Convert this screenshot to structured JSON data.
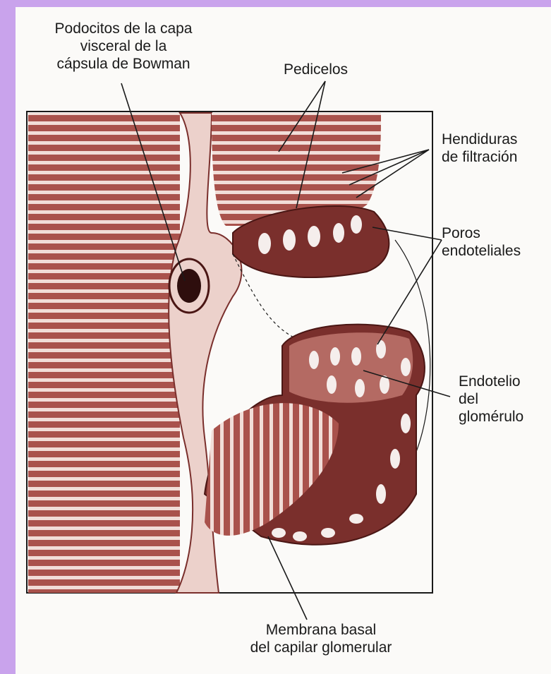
{
  "labels": {
    "podocitos": "Podocitos de la capa\nvisceral de la\ncápsula de Bowman",
    "pedicelos": "Pedicelos",
    "hendiduras": "Hendiduras\nde filtración",
    "poros": "Poros\nendoteliales",
    "endotelio": "Endotelio\ndel\nglomérulo",
    "membrana": "Membrana basal\ndel capilar glomerular"
  },
  "colors": {
    "side_bar": "#c9a3ec",
    "tissue_dark": "#7a2f2c",
    "tissue_mid": "#a9524c",
    "tissue_light": "#e8c4bd",
    "outline": "#1a1a1a"
  }
}
